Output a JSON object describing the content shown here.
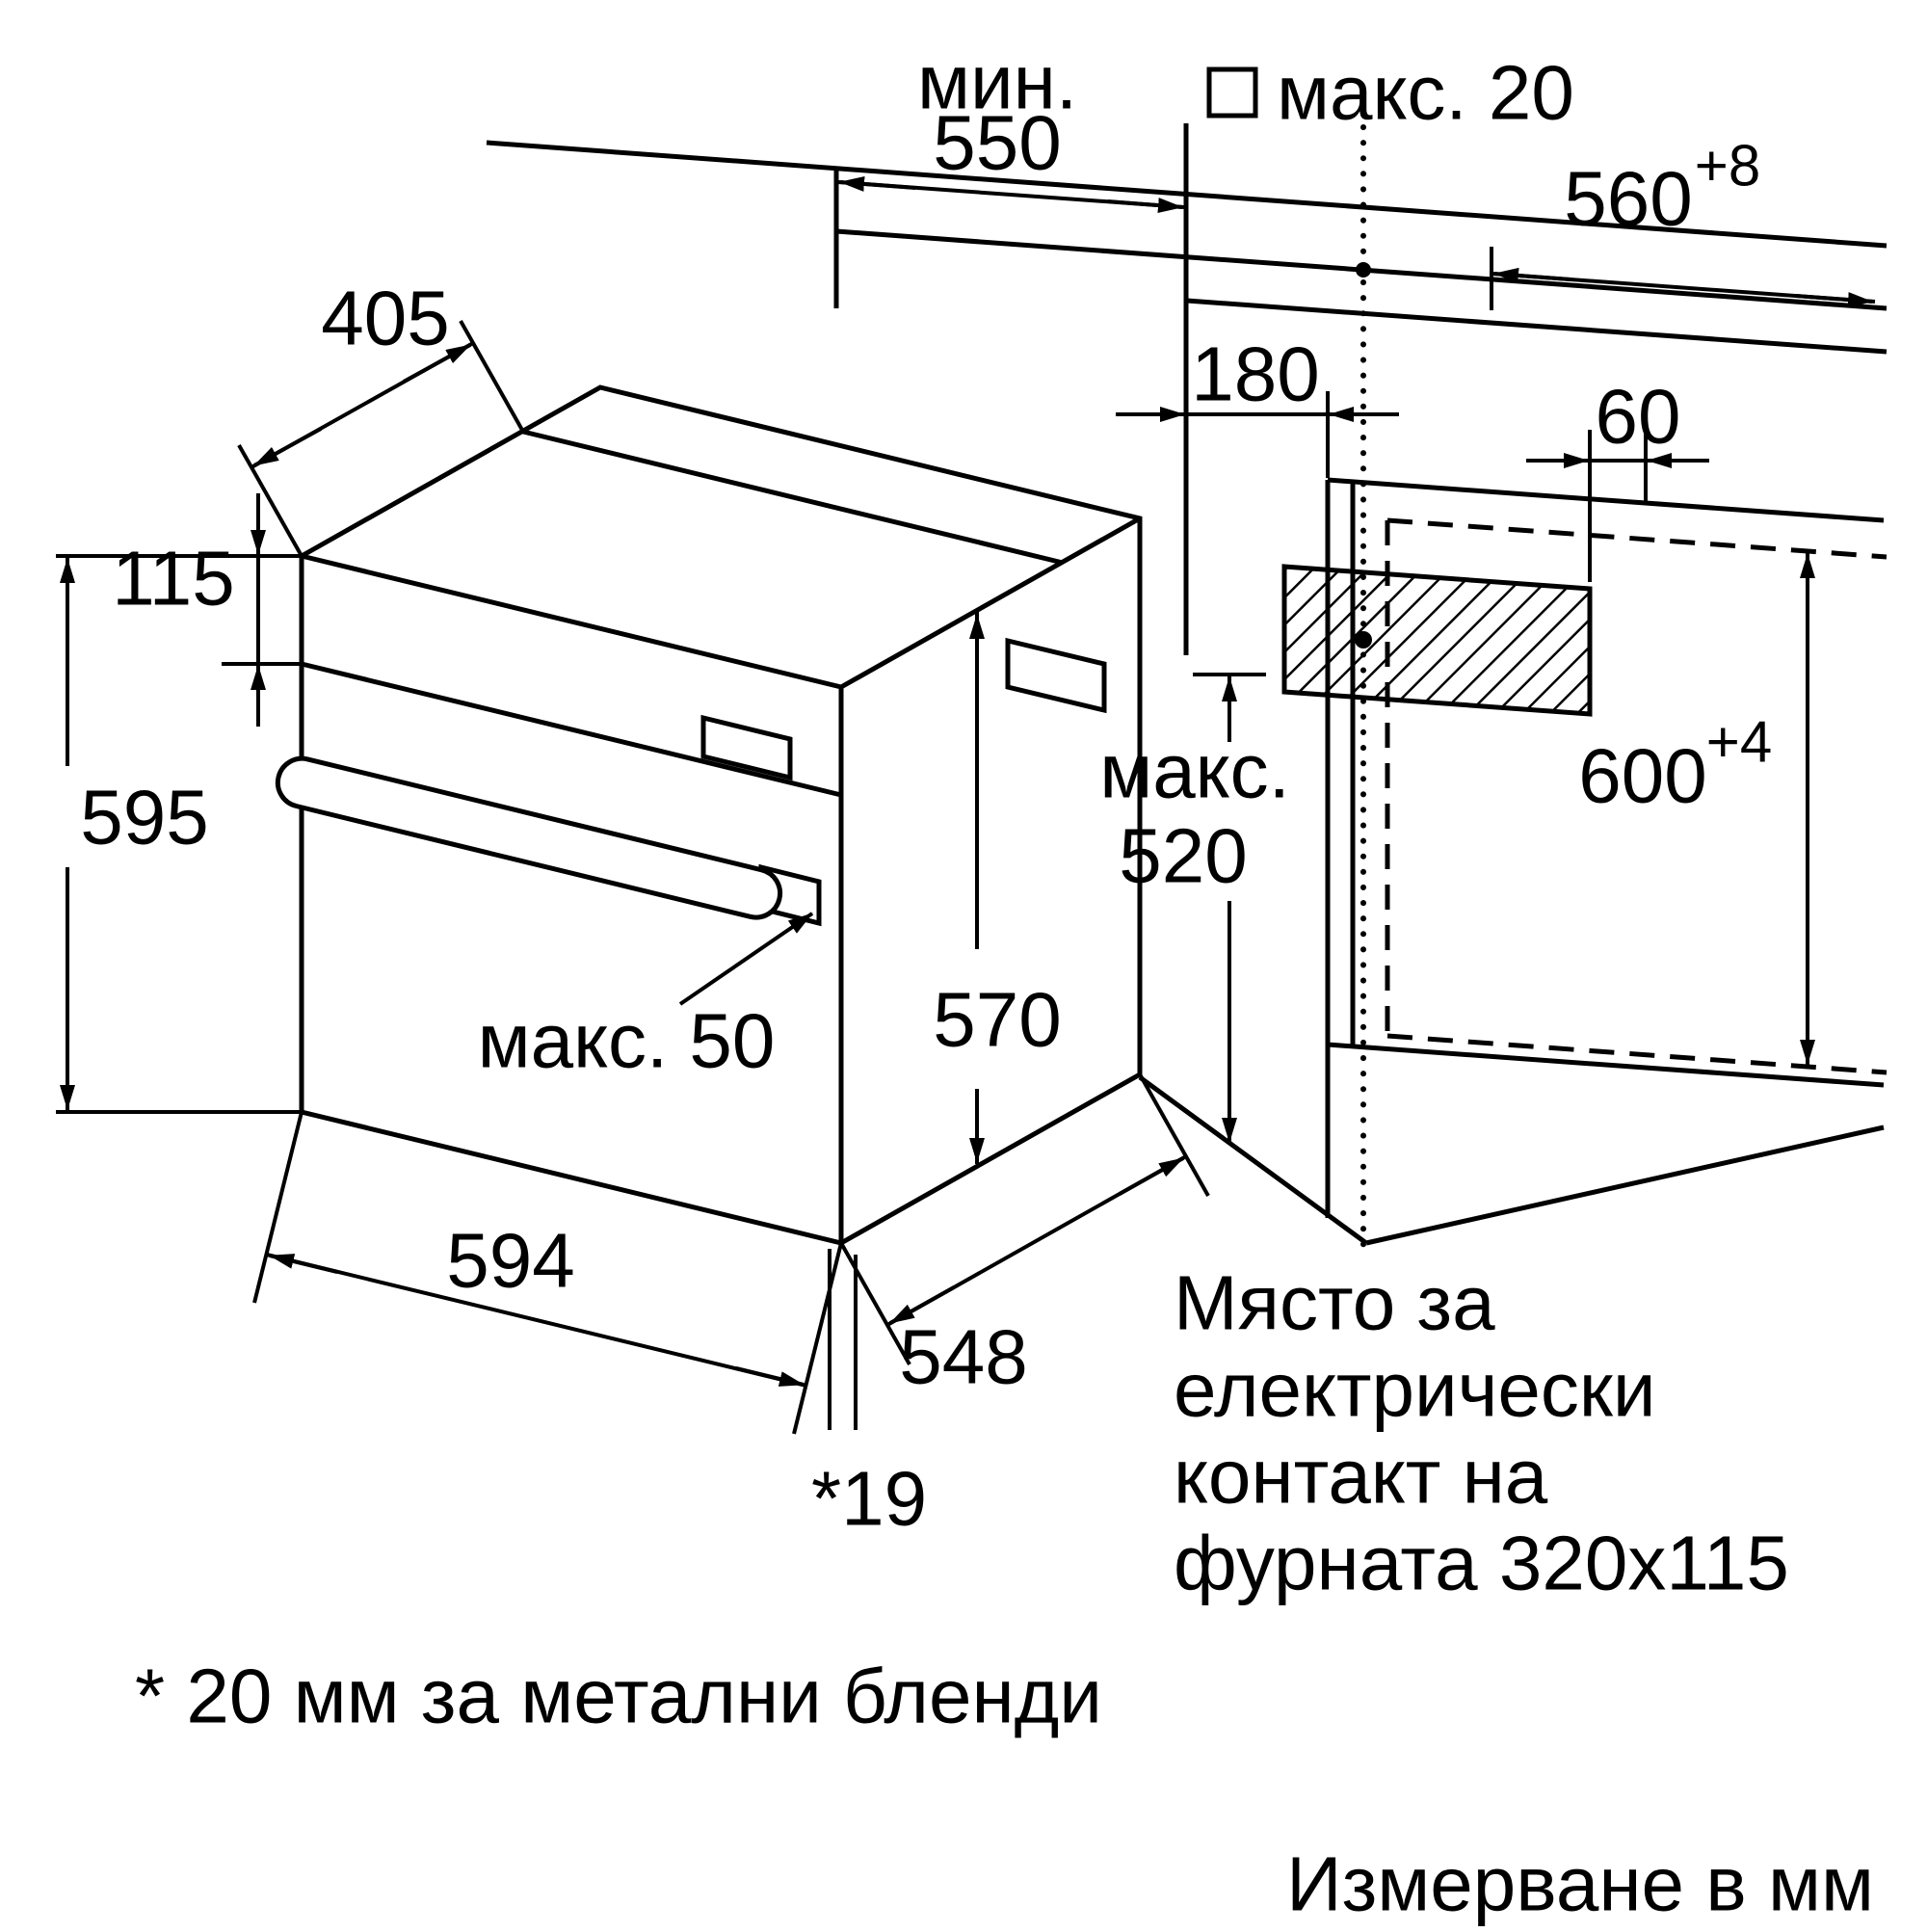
{
  "diagram": {
    "kind": "oven-installation-dimension-drawing",
    "units_note": "Измерване в мм",
    "footnote": "* 20 мм за метални бленди",
    "socket_note": [
      "Място за",
      "електрически",
      "контакт на",
      "фурната 320x115"
    ],
    "dimensions": {
      "min_worktop_depth": {
        "prefix": "мин.",
        "value": "550"
      },
      "wall_gap": "макс. 20",
      "niche_width": {
        "value": "560",
        "tolerance": "+8"
      },
      "top_depth": "405",
      "socket_offset_h": "180",
      "socket_offset_side": "60",
      "panel_height": "115",
      "oven_height": "595",
      "max_inner_depth": {
        "prefix": "макс.",
        "value": "520"
      },
      "niche_height": {
        "value": "600",
        "tolerance": "+4"
      },
      "handle_protrusion": "макс. 50",
      "body_height": "570",
      "oven_width": "594",
      "body_depth": "548",
      "door_thickness": "*19"
    },
    "colors": {
      "ink": "#000000",
      "paper": "#ffffff"
    }
  }
}
